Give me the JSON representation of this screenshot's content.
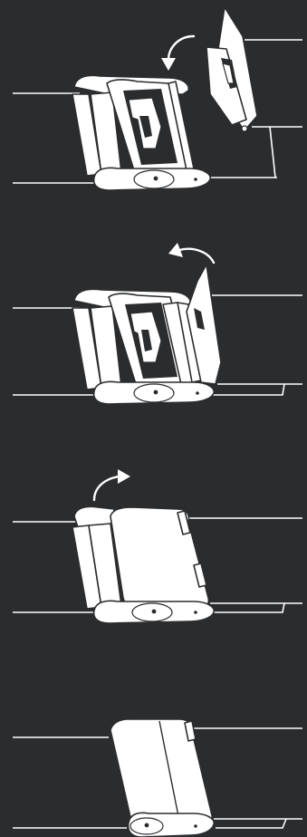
{
  "diagram": {
    "steps": [
      {
        "id": 1,
        "icons": [
          "lift-arrow-icon",
          "buckle-open-icon",
          "strap-icon"
        ]
      },
      {
        "id": 2,
        "icons": [
          "lift-arrow-icon",
          "buckle-closing-icon",
          "strap-icon"
        ]
      },
      {
        "id": 3,
        "icons": [
          "lift-arrow-icon",
          "buckle-flap-icon",
          "strap-icon"
        ]
      },
      {
        "id": 4,
        "icons": [
          "buckle-closed-icon",
          "strap-icon"
        ]
      }
    ],
    "colors": {
      "background": "#2b2c2e",
      "line": "#ffffff"
    }
  }
}
